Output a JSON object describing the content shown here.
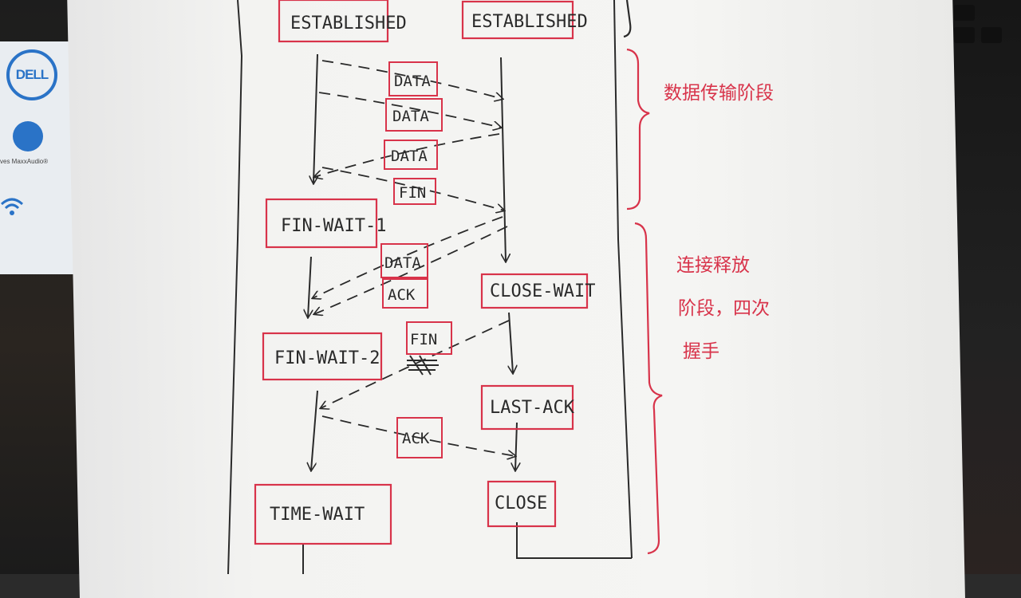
{
  "states": {
    "client_established": "ESTABLISHED",
    "server_established": "ESTABLISHED",
    "fin_wait_1": "FIN-WAIT-1",
    "close_wait": "CLOSE-WAIT",
    "fin_wait_2": "FIN-WAIT-2",
    "last_ack": "LAST-ACK",
    "time_wait": "TIME-WAIT",
    "closed": "CLOSE"
  },
  "messages": {
    "data_1": "DATA",
    "data_2": "DATA",
    "data_3": "DATA",
    "fin_1": "FIN",
    "data_4": "DATA",
    "ack_1": "ACK",
    "fin_2": "FIN",
    "ack_2": "ACK"
  },
  "annotations": {
    "data_phase": "数据传输阶段",
    "release_line1": "连接释放",
    "release_line2": "阶段，四次",
    "release_line3": "握手"
  },
  "background": {
    "dell_logo": "DELL",
    "maxx_audio": "ves MaxxAudio®"
  },
  "colors": {
    "ink": "#2a2a2a",
    "red_pen": "#d8334a"
  }
}
